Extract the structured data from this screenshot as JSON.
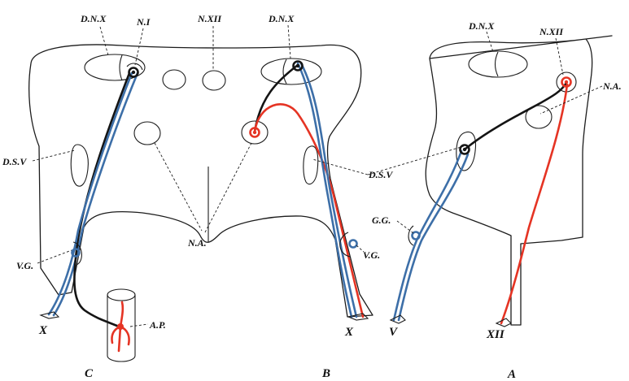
{
  "labels": {
    "dnx_left": "D.N.X",
    "ni": "N.I",
    "nxii_mid": "N.XII",
    "dnx_mid": "D.N.X",
    "dnx_right": "D.N.X",
    "nxii_right": "N.XII",
    "dsv_left": "D.S.V",
    "dsv_mid": "D.S.V",
    "na_right": "N.A.",
    "na_mid": "N.A.",
    "gg": "G.G.",
    "vg_left": "V.G.",
    "vg_right": "V.G.",
    "ap": "A.P.",
    "x_left": "X",
    "x_right": "X",
    "v": "V",
    "xii": "XII"
  },
  "panels": {
    "c": "C",
    "b": "B",
    "a": "A"
  },
  "colors": {
    "outline": "#1c1c1c",
    "blue_fiber": "#3d6fa8",
    "red_fiber": "#e53424",
    "black_fiber": "#141414"
  }
}
